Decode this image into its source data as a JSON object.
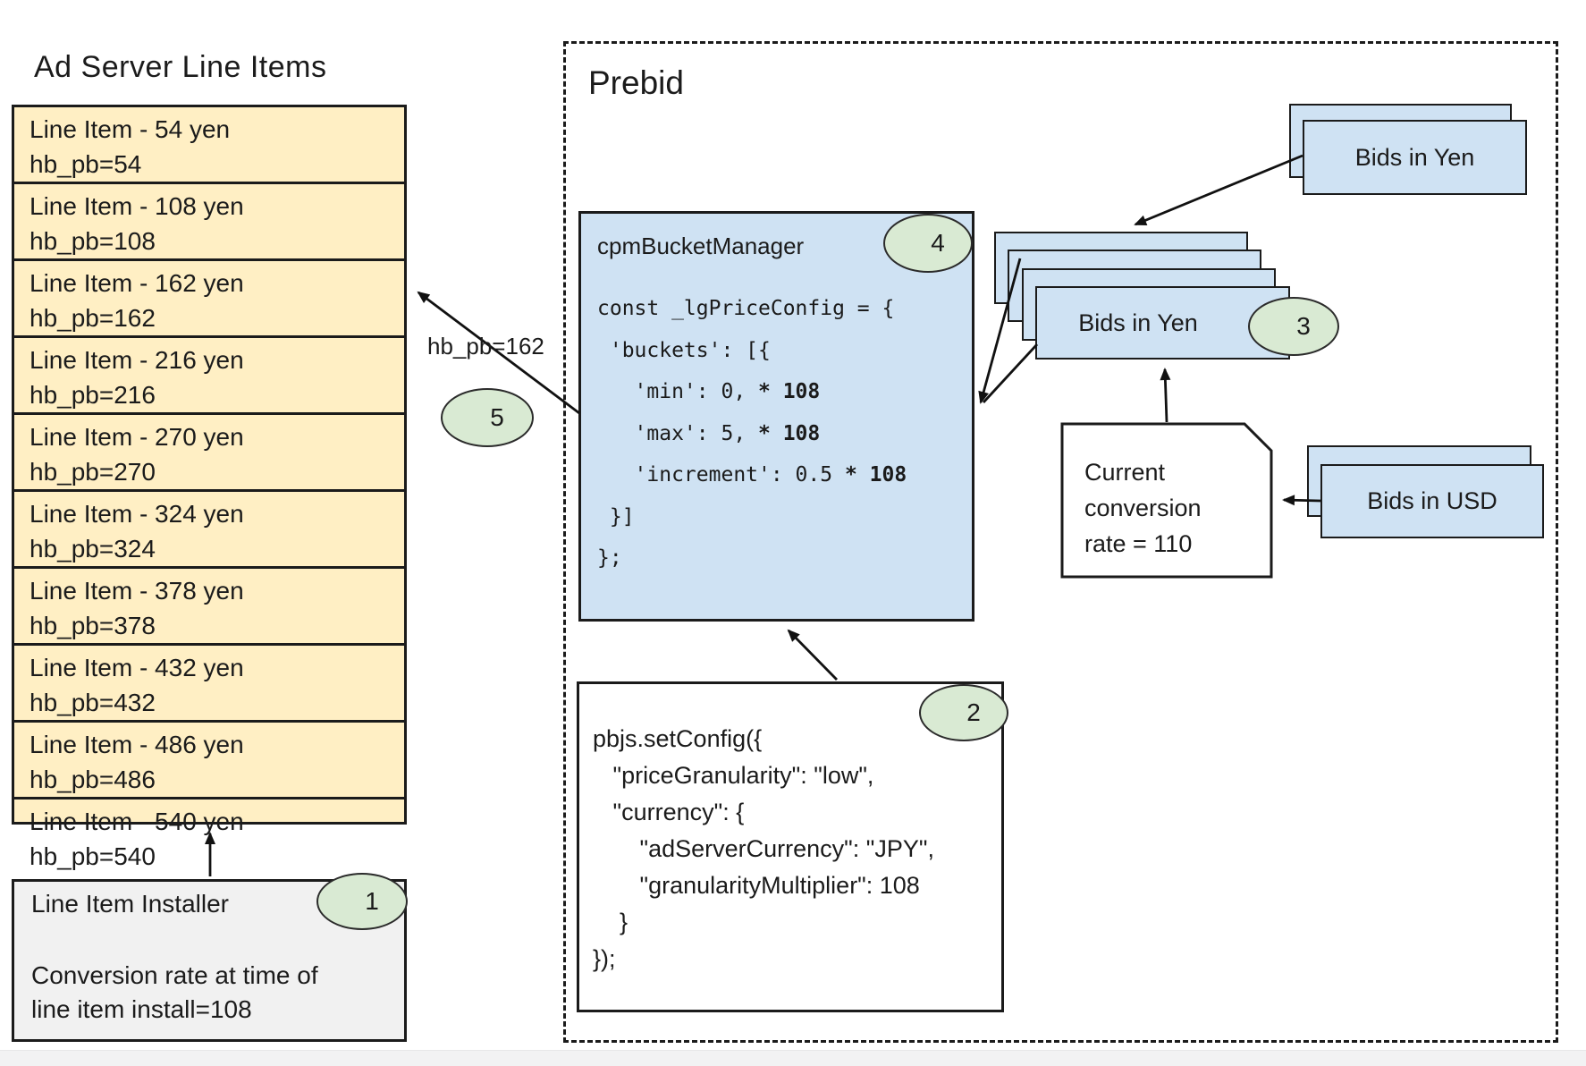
{
  "colors": {
    "line_item_yellow": "#ffefc4",
    "code_box_blue": "#cfe2f3",
    "badge_green": "#d9ead3",
    "installer_gray": "#f1f1f1",
    "border_black": "#1b1b1b"
  },
  "ad_server": {
    "title": "Ad Server Line Items",
    "line_items": [
      {
        "label": "Line Item - 54 yen",
        "key": "hb_pb=54"
      },
      {
        "label": "Line Item - 108 yen",
        "key": "hb_pb=108"
      },
      {
        "label": "Line Item - 162 yen",
        "key": "hb_pb=162"
      },
      {
        "label": "Line Item - 216 yen",
        "key": "hb_pb=216"
      },
      {
        "label": "Line Item - 270 yen",
        "key": "hb_pb=270"
      },
      {
        "label": "Line Item - 324 yen",
        "key": "hb_pb=324"
      },
      {
        "label": "Line Item - 378 yen",
        "key": "hb_pb=378"
      },
      {
        "label": "Line Item - 432 yen",
        "key": "hb_pb=432"
      },
      {
        "label": "Line Item - 486 yen",
        "key": "hb_pb=486"
      },
      {
        "label": "Line Item - 540 yen",
        "key": "hb_pb=540"
      }
    ],
    "installer": {
      "title": "Line Item Installer",
      "badge": "1",
      "note": [
        "Conversion rate at time of",
        "line item install=108"
      ]
    }
  },
  "prebid": {
    "title": "Prebid",
    "bucket_manager": {
      "title": "cpmBucketManager",
      "badge": "4",
      "code": [
        {
          "text": "const _lgPriceConfig = {",
          "bold": ""
        },
        {
          "text": " 'buckets': [{",
          "bold": ""
        },
        {
          "text": "   'min': 0, ",
          "bold": "* 108"
        },
        {
          "text": "   'max': 5, ",
          "bold": "* 108"
        },
        {
          "text": "   'increment': 0.5 ",
          "bold": "* 108"
        },
        {
          "text": " }]",
          "bold": ""
        },
        {
          "text": "};",
          "bold": ""
        }
      ]
    },
    "set_config": {
      "badge": "2",
      "code": [
        "pbjs.setConfig({",
        "   \"priceGranularity\": \"low\",",
        "   \"currency\": {",
        "       \"adServerCurrency\": \"JPY\",",
        "       \"granularityMultiplier\": 108",
        "    }",
        "});"
      ]
    },
    "bids_in_yen_top": {
      "label": "Bids in Yen"
    },
    "bids_in_yen_stack": {
      "label": "Bids in Yen",
      "badge": "3"
    },
    "bids_in_usd": {
      "label": "Bids in USD"
    },
    "conversion_note": {
      "lines": [
        "Current",
        "conversion",
        "rate = 110"
      ]
    },
    "flow_label": "hb_pb=162",
    "flow_badge": "5"
  }
}
